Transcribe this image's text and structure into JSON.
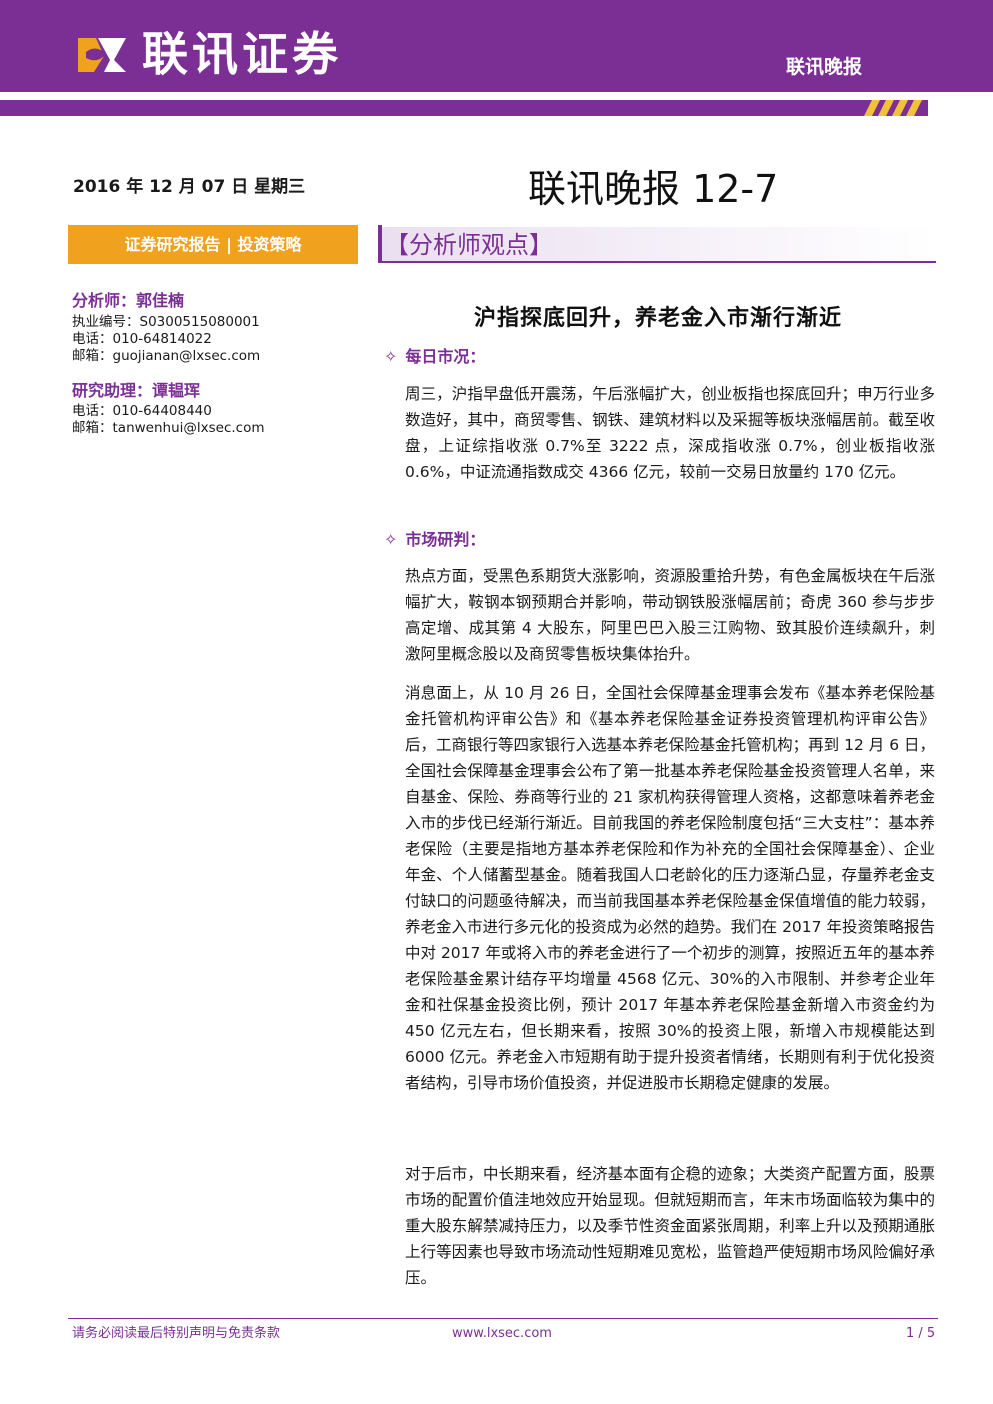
{
  "header": {
    "brand_name": "联讯证券",
    "tag": "联讯晚报"
  },
  "report": {
    "date": "2016 年 12 月 07 日 星期三",
    "title": "联讯晚报 12-7",
    "category": "证券研究报告 | 投资策略",
    "section_title": "【分析师观点】"
  },
  "analyst": {
    "role": "分析师：郭佳楠",
    "license": "执业编号：S0300515080001",
    "phone": "电话：010-64814022",
    "email": "邮箱：guojianan@lxsec.com"
  },
  "assistant": {
    "role": "研究助理：谭韫珲",
    "phone": "电话：010-64408440",
    "email": "邮箱：tanwenhui@lxsec.com"
  },
  "main": {
    "headline": "沪指探底回升，养老金入市渐行渐近",
    "subhead_market": "每日市况：",
    "subhead_judgment": "市场研判：",
    "diamond": "✧",
    "para_1": "周三，沪指早盘低开震荡，午后涨幅扩大，创业板指也探底回升；申万行业多数造好，其中，商贸零售、钢铁、建筑材料以及采掘等板块涨幅居前。截至收盘，上证综指收涨 0.7%至 3222 点，深成指收涨 0.7%，创业板指收涨 0.6%，中证流通指数成交 4366 亿元，较前一交易日放量约 170 亿元。",
    "para_2": "热点方面，受黑色系期货大涨影响，资源股重拾升势，有色金属板块在午后涨幅扩大，鞍钢本钢预期合并影响，带动钢铁股涨幅居前；奇虎 360 参与步步高定增、成其第 4 大股东，阿里巴巴入股三江购物、致其股价连续飙升，刺激阿里概念股以及商贸零售板块集体抬升。",
    "para_3": "消息面上，从 10 月 26 日，全国社会保障基金理事会发布《基本养老保险基金托管机构评审公告》和《基本养老保险基金证券投资管理机构评审公告》后，工商银行等四家银行入选基本养老保险基金托管机构；再到 12 月 6 日，全国社会保障基金理事会公布了第一批基本养老保险基金投资管理人名单，来自基金、保险、券商等行业的 21 家机构获得管理人资格，这都意味着养老金入市的步伐已经渐行渐近。目前我国的养老保险制度包括“三大支柱”：基本养老保险（主要是指地方基本养老保险和作为补充的全国社会保障基金）、企业年金、个人储蓄型基金。随着我国人口老龄化的压力逐渐凸显，存量养老金支付缺口的问题亟待解决，而当前我国基本养老保险基金保值增值的能力较弱，养老金入市进行多元化的投资成为必然的趋势。我们在 2017 年投资策略报告中对 2017 年或将入市的养老金进行了一个初步的测算，按照近五年的基本养老保险基金累计结存平均增量 4568 亿元、30%的入市限制、并参考企业年金和社保基金投资比例，预计 2017 年基本养老保险基金新增入市资金约为 450 亿元左右，但长期来看，按照 30%的投资上限，新增入市规模能达到 6000 亿元。养老金入市短期有助于提升投资者情绪，长期则有利于优化投资者结构，引导市场价值投资，并促进股市长期稳定健康的发展。",
    "para_4": "对于后市，中长期来看，经济基本面有企稳的迹象；大类资产配置方面，股票市场的配置价值洼地效应开始显现。但就短期而言，年末市场面临较为集中的重大股东解禁减持压力，以及季节性资金面紧张周期，利率上升以及预期通胀上行等因素也导致市场流动性短期难见宽松，监管趋严使短期市场风险偏好承压。"
  },
  "footer": {
    "disclaimer": "请务必阅读最后特别声明与免责条款",
    "url": "www.lxsec.com",
    "page": "1 / 5"
  },
  "colors": {
    "brand_purple": "#7b2f95",
    "accent_orange": "#f0a21e"
  },
  "icons": [
    "logo-mark-icon",
    "diamond-bullet-icon"
  ]
}
